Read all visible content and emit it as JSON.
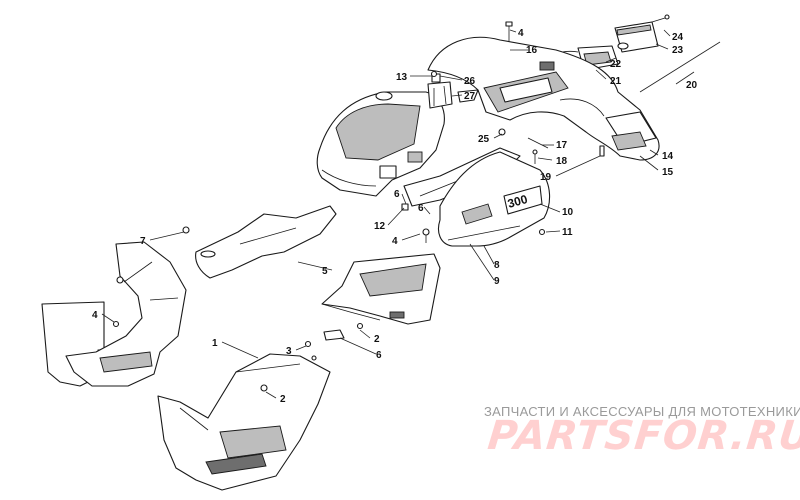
{
  "callouts": {
    "c1": "1",
    "c2a": "2",
    "c2b": "2",
    "c3": "3",
    "c4a": "4",
    "c4b": "4",
    "c4c": "4",
    "c5": "5",
    "c6a": "6",
    "c6b": "6",
    "c6c": "6",
    "c7": "7",
    "c8": "8",
    "c9": "9",
    "c10": "10",
    "c11": "11",
    "c12": "12",
    "c13": "13",
    "c14": "14",
    "c15": "15",
    "c16": "16",
    "c17": "17",
    "c18": "18",
    "c19": "19",
    "c20": "20",
    "c21": "21",
    "c22": "22",
    "c23": "23",
    "c24": "24",
    "c25": "25",
    "c26": "26",
    "c27": "27"
  },
  "decal_text": "300",
  "watermark": {
    "subtitle": "ЗАПЧАСТИ И АКСЕССУАРЫ ДЛЯ МОТОТЕХНИКИ",
    "logo": "PARTSFOR.RU"
  },
  "colors": {
    "line": "#1a1a1a",
    "watermark_logo": "#ffd0d0",
    "watermark_text": "#9a9a9a"
  }
}
